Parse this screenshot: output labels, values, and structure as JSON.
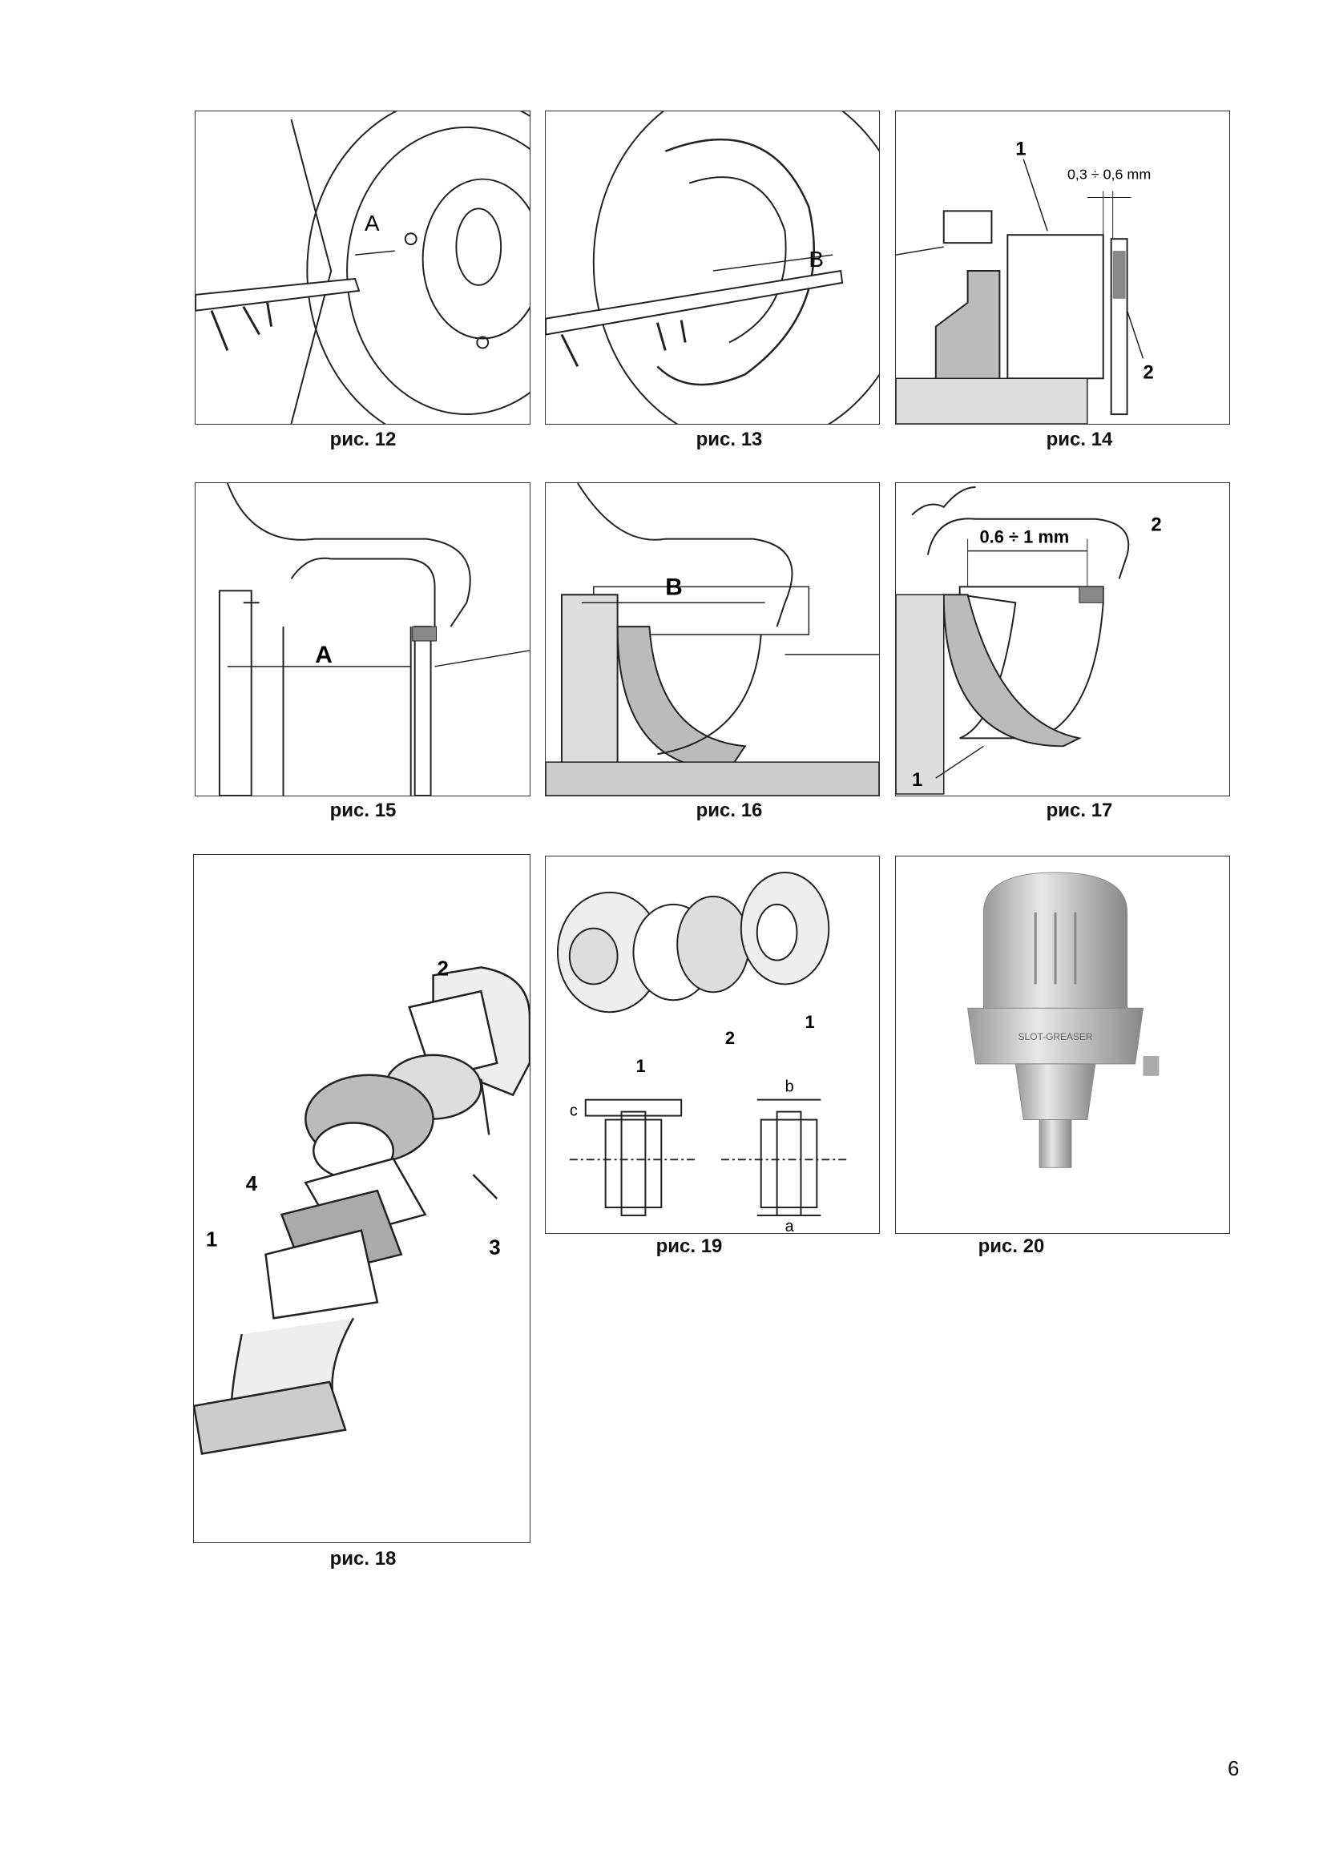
{
  "figures": [
    {
      "id": "12",
      "caption": "рис. 12",
      "labels": [
        "A"
      ]
    },
    {
      "id": "13",
      "caption": "рис. 13",
      "labels": [
        "B"
      ]
    },
    {
      "id": "14",
      "caption": "рис. 14",
      "labels": [
        "1",
        "0,3 ÷ 0,6 mm",
        "2"
      ]
    },
    {
      "id": "15",
      "caption": "рис. 15",
      "labels": [
        "A"
      ]
    },
    {
      "id": "16",
      "caption": "рис. 16",
      "labels": [
        "B"
      ]
    },
    {
      "id": "17",
      "caption": "рис. 17",
      "labels": [
        "0.6 ÷ 1 mm",
        "2",
        "1"
      ]
    },
    {
      "id": "18",
      "caption": "рис. 18",
      "labels": [
        "2",
        "4",
        "1",
        "3"
      ]
    },
    {
      "id": "19",
      "caption": "рис. 19",
      "labels": [
        "1",
        "2",
        "1",
        "c",
        "b",
        "a"
      ]
    },
    {
      "id": "20",
      "caption": "рис. 20",
      "labels": [
        "SLOT-GREASER"
      ]
    }
  ],
  "page_number": "6"
}
